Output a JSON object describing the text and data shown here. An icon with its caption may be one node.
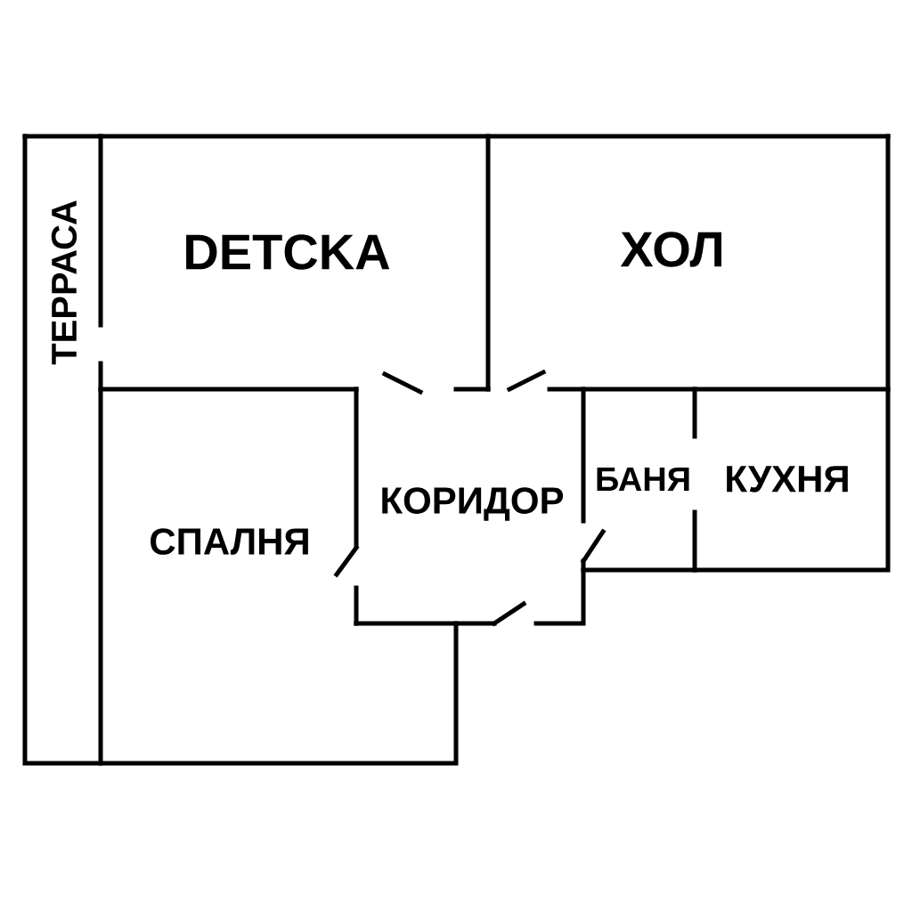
{
  "diagram": {
    "labels": [
      "ТЕРРАСА",
      "DETCKA",
      "ХОЛ",
      "КОРИДОР",
      "БАНЯ",
      "КУХНЯ",
      "СПАЛНЯ"
    ]
  }
}
